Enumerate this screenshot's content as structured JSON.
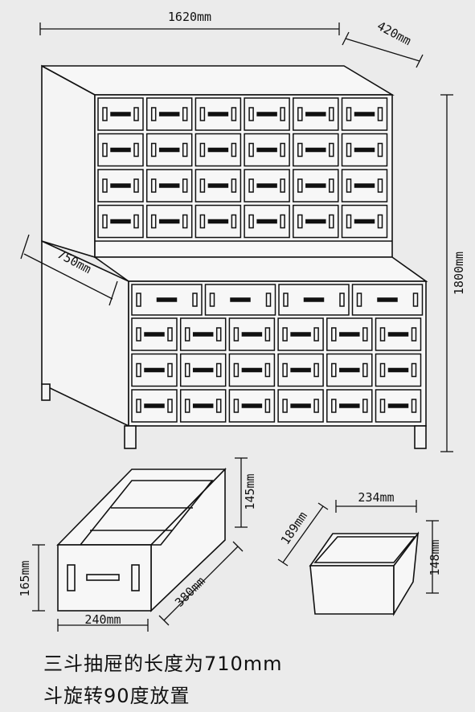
{
  "dimensions": {
    "cabinet_width": "1620mm",
    "top_depth": "420mm",
    "lower_depth": "750mm",
    "cabinet_height": "1800mm",
    "drawer_height_label": "145mm",
    "drawer_front_height": "165mm",
    "drawer_length": "380mm",
    "drawer_width": "240mm",
    "box_top_width": "234mm",
    "box_depth": "189mm",
    "box_height": "148mm"
  },
  "notes": {
    "line1": "三斗抽屉的长度为710mm",
    "line2": "斗旋转90度放置"
  },
  "colors": {
    "background": "#ebebeb",
    "line": "#111111",
    "fill": "#f7f7f7"
  }
}
